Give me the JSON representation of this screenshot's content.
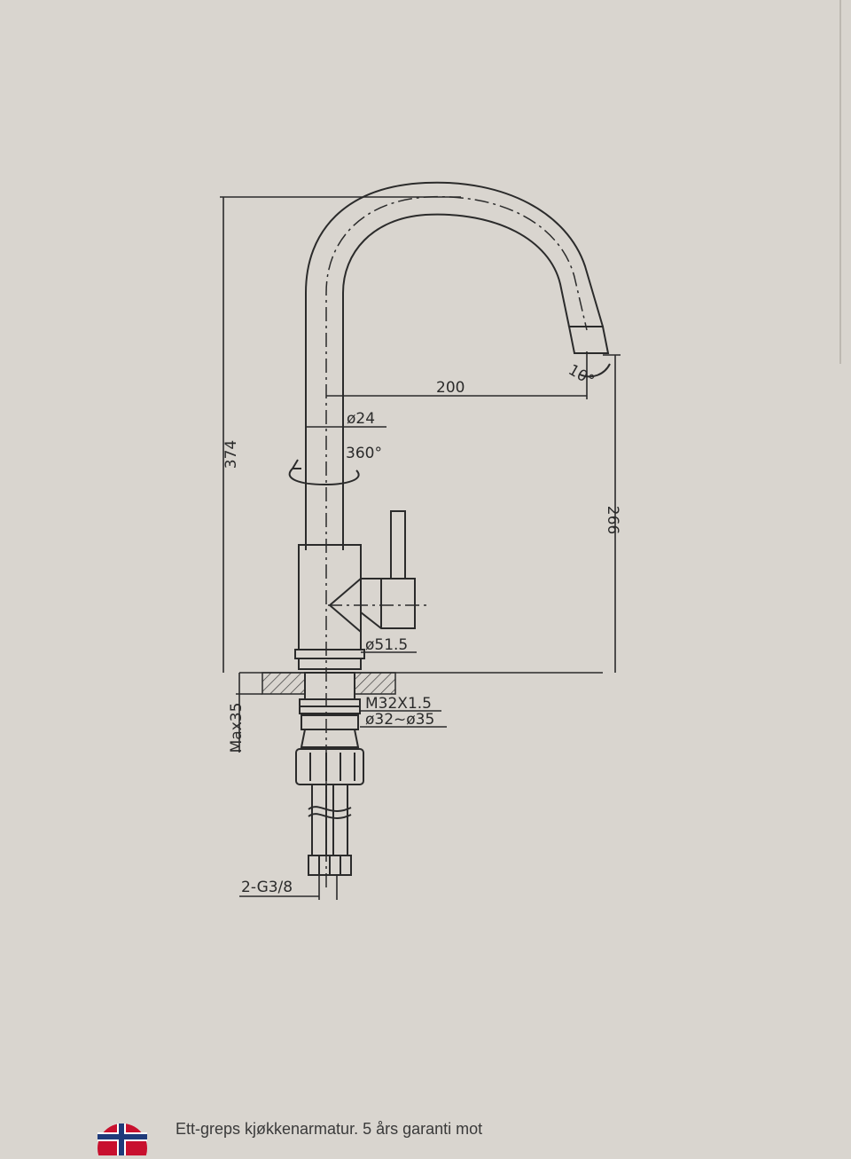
{
  "drawing": {
    "dimensions": {
      "height_total": "374",
      "reach": "200",
      "spout_diameter": "ø24",
      "rotation": "360°",
      "spout_angle": "10°",
      "outlet_height": "266",
      "base_diameter": "ø51.5",
      "thread": "M32X1.5",
      "hole_range": "ø32~ø35",
      "max_thickness": "Max35",
      "connection": "2-G3/8"
    }
  },
  "footer": {
    "text": "Ett-greps kjøkkenarmatur. 5 års garanti mot"
  },
  "colors": {
    "paper": "#d9d5cf",
    "ink": "#2b2b2b",
    "badge_red": "#c8102e"
  }
}
